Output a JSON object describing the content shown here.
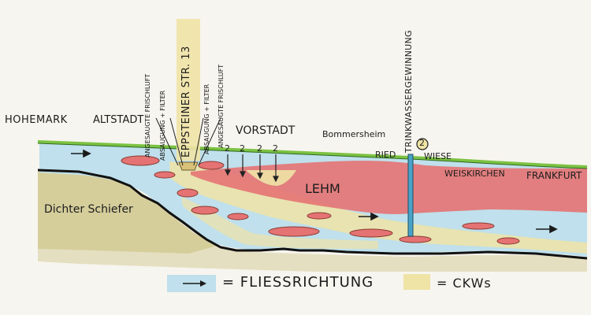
{
  "labels": {
    "hohemark": "HOHEMARK",
    "altstadt": "ALTSTADT",
    "eppsteiner": "EPPSTEINER STR. 13",
    "vorstadt": "VORSTADT",
    "bommersheim": "Bommersheim",
    "ried": "RIED",
    "wiese": "WIESE",
    "weisskirchen": "WEISKIRCHEN",
    "frankfurt": "FRANKFURT",
    "lehm": "LEHM",
    "schiefer": "Dichter Schiefer",
    "trinkwasser": "TRINKWASSERGEWINNUNG",
    "circle_num": "2",
    "left_1": "ANGESAUGTE FRISCHLUFT",
    "left_2": "ABSAUGUNG + FILTER",
    "right_1": "ABSAUGUNG + FILTER",
    "right_2": "ANGESAUGTE FRISCHLUFT",
    "vorstadt_num": "2"
  },
  "legend": {
    "flow_label": "= FLIESSRICHTUNG",
    "ckw_label": "= CKWs"
  },
  "colors": {
    "aquifer": "#bfe0ec",
    "lehm": "#e57373",
    "ckw": "#efe3a6",
    "schiefer": "#cfc68a",
    "surface": "#7cc242"
  }
}
